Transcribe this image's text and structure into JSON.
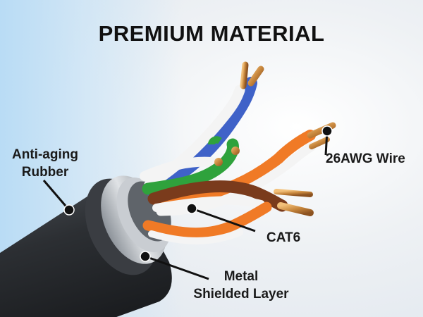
{
  "title": "PREMIUM MATERIAL",
  "labels": {
    "rubber_line1": "Anti-aging",
    "rubber_line2": "Rubber",
    "wire": "26AWG Wire",
    "cat6": "CAT6",
    "shield_line1": "Metal",
    "shield_line2": "Shielded Layer"
  },
  "colors": {
    "jacket": "#2c2f33",
    "shield": "#b7bcc2",
    "copper": "#c7863c",
    "orange": "#f07a26",
    "green": "#2fa23c",
    "blue": "#3f62c8",
    "brown": "#7a3b1c",
    "white": "#f4f4f4"
  }
}
